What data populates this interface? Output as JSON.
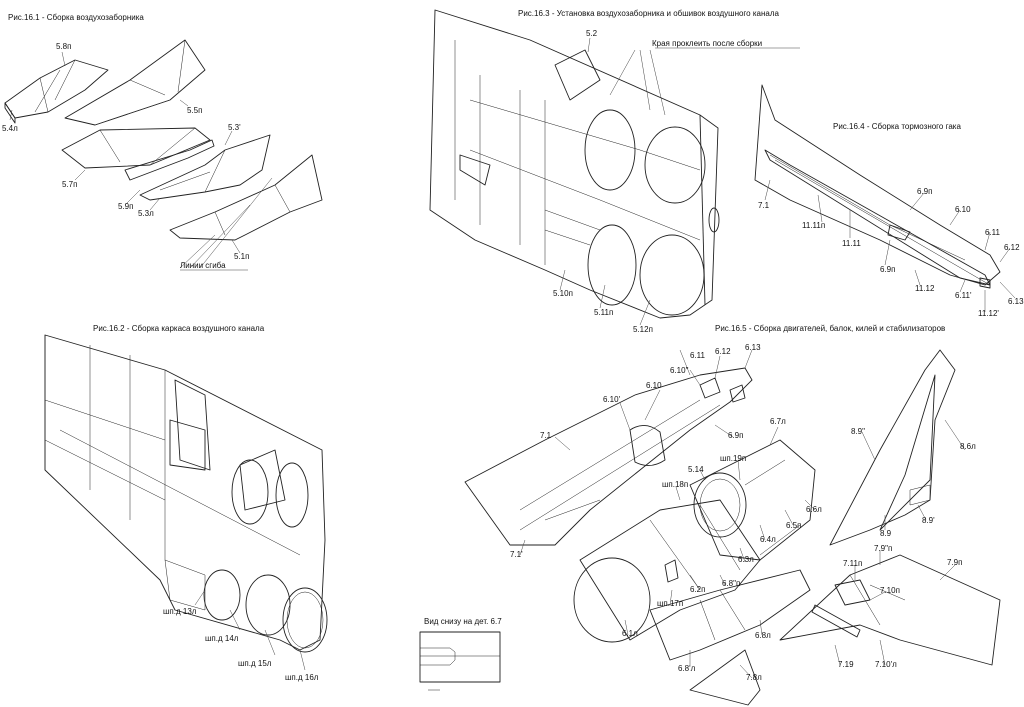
{
  "figures": {
    "fig1_title": "Рис.16.1 - Сборка воздухозаборника",
    "fig2_title": "Рис.16.2 - Сборка каркаса воздушного канала",
    "fig3_title": "Рис.16.3 - Установка воздухозаборника и обшивок воздушного канала",
    "fig4_title": "Рис.16.4 - Сборка тормозного гака",
    "fig5_title": "Рис.16.5 - Сборка двигателей, балок, килей и стабилизаторов"
  },
  "notes": {
    "bend_lines": "Линии сгиба",
    "glue_edges": "Края проклеить после сборки",
    "bottom_view": "Вид снизу на дет. 6.7"
  },
  "labels": {
    "p5_8n": "5.8п",
    "p5_4l": "5.4л",
    "p5_5n": "5.5п",
    "p5_7n": "5.7п",
    "p5_9n": "5.9п",
    "p5_3prime": "5.3'",
    "p5_3l": "5.3л",
    "p5_1n": "5.1п",
    "sp13": "шп.д 13л",
    "sp14": "шп.д 14л",
    "sp15": "шп.д 15л",
    "sp16": "шп.д 16л",
    "p5_2": "5.2",
    "p5_10n": "5.10п",
    "p5_11n": "5.11п",
    "p5_12n": "5.12п",
    "f4_7_1": "7.1",
    "f4_11_11n": "11.11п",
    "f4_11_11": "11.11",
    "f4_6_9n_a": "6.9п",
    "f4_6_10": "6.10",
    "f4_6_11": "6.11",
    "f4_6_12": "6.12",
    "f4_6_9n_b": "6.9п",
    "f4_11_12": "11.12",
    "f4_6_11prime": "6.11'",
    "f4_6_13": "6.13",
    "f4_11_12prime": "11.12'",
    "f5_6_11": "6.11",
    "f5_6_12": "6.12",
    "f5_6_13": "6.13",
    "f5_6_10dd": "6.10\"",
    "f5_6_10": "6.10",
    "f5_6_10p": "6.10'",
    "f5_7_1": "7.1",
    "f5_6_9n": "6.9п",
    "f5_6_7l": "6.7л",
    "f5_sp19n": "шп.19п",
    "f5_5_14": "5.14",
    "f5_sp18n": "шп.18п",
    "f5_6_6l": "6.6л",
    "f5_6_5n": "6.5п",
    "f5_6_4l": "6.4л",
    "f5_6_3l": "6.3л",
    "f5_7_1p": "7.1'",
    "f5_6_2n": "6.2п",
    "f5_6_8dd_n": "6.8\"п",
    "f5_sp17n": "шп.17п",
    "f5_6_1l": "6.1л",
    "f5_6_8l": "6.8л",
    "f5_6_8p_l": "6.8'л",
    "f5_7_8l": "7.8л",
    "f5_8_9dd": "8.9\"",
    "f5_8_6l": "8.6л",
    "f5_8_9p": "8.9'",
    "f5_8_9": "8.9",
    "f5_7_9dd_n": "7.9\"п",
    "f5_7_11n": "7.11п",
    "f5_7_9n": "7.9п",
    "f5_7_10n": "7.10п",
    "f5_7_19": "7.19",
    "f5_7_10p_l": "7.10'л"
  }
}
